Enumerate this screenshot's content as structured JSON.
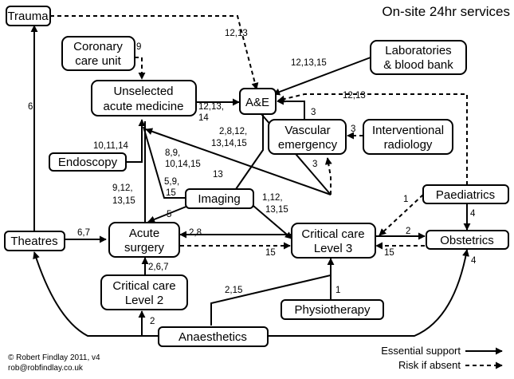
{
  "title": "On-site 24hr services",
  "credit": [
    "© Robert Findlay 2011, v4",
    "rob@robfindlay.co.uk"
  ],
  "legend": {
    "solid": "Essential support",
    "dashed": "Risk if absent"
  },
  "nodes": {
    "trauma": [
      "Trauma"
    ],
    "coronary": [
      "Coronary",
      "care unit"
    ],
    "unselected": [
      "Unselected",
      "acute medicine"
    ],
    "ae": [
      "A&E"
    ],
    "labs": [
      "Laboratories",
      "& blood bank"
    ],
    "vascular": [
      "Vascular",
      "emergency"
    ],
    "interventional": [
      "Interventional",
      "radiology"
    ],
    "endoscopy": [
      "Endoscopy"
    ],
    "imaging": [
      "Imaging"
    ],
    "paediatrics": [
      "Paediatrics"
    ],
    "theatres": [
      "Theatres"
    ],
    "acute_surgery": [
      "Acute",
      "surgery"
    ],
    "cc3": [
      "Critical care",
      "Level 3"
    ],
    "obstetrics": [
      "Obstetrics"
    ],
    "cc2": [
      "Critical care",
      "Level 2"
    ],
    "physio": [
      "Physiotherapy"
    ],
    "anaesthetics": [
      "Anaesthetics"
    ]
  },
  "edge_labels": {
    "trauma_ae": [
      "12,13"
    ],
    "coronary_unselected": [
      "9"
    ],
    "labs_ae": [
      "12,13,15"
    ],
    "unselected_ae": [
      "12,13,",
      "14"
    ],
    "paed_ae": [
      "12,13"
    ],
    "vascular_ae": [
      "3"
    ],
    "interventional_vascular": [
      "3"
    ],
    "cc3_vascular": [
      "3"
    ],
    "cc3_ae": [
      "2,8,12,",
      "13,14,15"
    ],
    "endoscopy_unselected": [
      "10,11,14"
    ],
    "cc3_unselected": [
      "8,9,",
      "10,14,15"
    ],
    "imaging_ae": [
      "13"
    ],
    "imaging_unselected": [
      "5,9,",
      "15"
    ],
    "surgery_unselected": [
      "9,12,",
      "13,15"
    ],
    "imaging_surgery": [
      "5"
    ],
    "imaging_cc3": [
      "1,12,",
      "13,15"
    ],
    "theatres_trauma": [
      "6"
    ],
    "paed_cc3": [
      "1"
    ],
    "paed_obstetrics": [
      "4"
    ],
    "theatres_surgery": [
      "6,7"
    ],
    "cc3_surgery": [
      "2,8"
    ],
    "surgery_cc3": [
      "15"
    ],
    "cc3_obstetrics": [
      "2"
    ],
    "obstetrics_cc3": [
      "15"
    ],
    "cc2_surgery": [
      "2,6,7"
    ],
    "anaes_cc3": [
      "2,15"
    ],
    "physio_cc3": [
      "1"
    ],
    "anaes_cc2": [
      "2"
    ],
    "anaes_obstetrics": [
      "4"
    ]
  }
}
